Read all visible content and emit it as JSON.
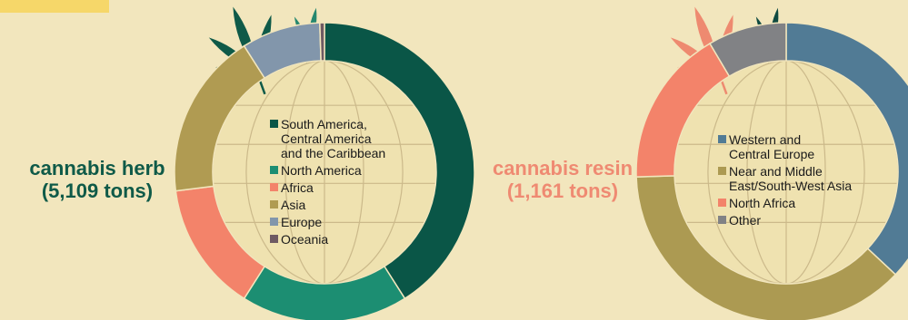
{
  "chart_data": [
    {
      "type": "pie",
      "label": "cannabis herb",
      "sublabel": "(5,109 tons)",
      "label_color": "#0f5a48",
      "slices": [
        {
          "name": "South America, Central America and the Caribbean",
          "legend": "South America,\nCentral America\nand the Caribbean",
          "value": 41,
          "color": "#0a5647"
        },
        {
          "name": "North America",
          "legend": "North America",
          "value": 18,
          "color": "#1c8e72"
        },
        {
          "name": "Africa",
          "legend": "Africa",
          "value": 14,
          "color": "#f3836a"
        },
        {
          "name": "Asia",
          "legend": "Asia",
          "value": 18,
          "color": "#b09b52"
        },
        {
          "name": "Europe",
          "legend": "Europe",
          "value": 8.5,
          "color": "#8296ab"
        },
        {
          "name": "Oceania",
          "legend": "Oceania",
          "value": 0.5,
          "color": "#6e5a63"
        }
      ]
    },
    {
      "type": "pie",
      "label": "cannabis resin",
      "sublabel": "(1,161 tons)",
      "label_color": "#ef8a72",
      "slices": [
        {
          "name": "Western and Central Europe",
          "legend": "Western and\nCentral Europe",
          "value": 37,
          "color": "#517b95"
        },
        {
          "name": "Near and Middle East/South-West Asia",
          "legend": "Near and Middle\nEast/South-West Asia",
          "value": 37.5,
          "color": "#ac9a52"
        },
        {
          "name": "North Africa",
          "legend": "North Africa",
          "value": 17,
          "color": "#f3836a"
        },
        {
          "name": "Other",
          "legend": "Other",
          "value": 8.5,
          "color": "#818285"
        }
      ]
    }
  ]
}
